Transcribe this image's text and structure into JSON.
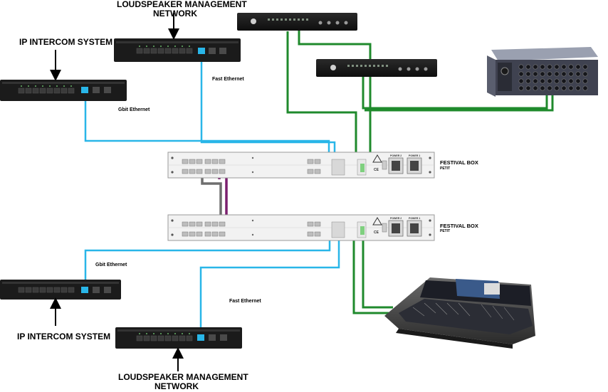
{
  "labels": {
    "loudspeaker_top_line1": "LOUDSPEAKER MANAGEMENT",
    "loudspeaker_top_line2": "NETWORK",
    "ip_intercom_top": "IP INTERCOM SYSTEM",
    "fast_ethernet_top": "Fast Ethernet",
    "gbit_ethernet_top": "Gbit Ethernet",
    "festival_box_1": "FESTIVAL BOX",
    "festival_box_1_sub": "PETIT",
    "festival_box_2": "FESTIVAL BOX",
    "festival_box_2_sub": "PETIT",
    "gbit_ethernet_bottom": "Gbit Ethernet",
    "fast_ethernet_bottom": "Fast Ethernet",
    "ip_intercom_bottom": "IP INTERCOM SYSTEM",
    "loudspeaker_bottom_line1": "LOUDSPEAKER MANAGEMENT",
    "loudspeaker_bottom_line2": "NETWORK"
  },
  "panel_text": {
    "power_2": "POWER 2",
    "power_1": "POWER 1",
    "ce_mark": "CE"
  },
  "colors": {
    "ethernet_cable": "#29b6e8",
    "fiber_cable": "#1f8a2c",
    "gray_cable": "#6e6e6e",
    "purple_cable": "#7b1f6e",
    "rack_panel": "#f2f2f2",
    "device_black": "#1b1b1b"
  }
}
